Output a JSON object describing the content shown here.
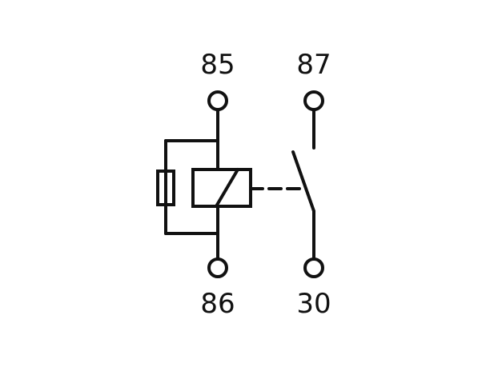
{
  "diagram": {
    "terminals": {
      "pin_85": "85",
      "pin_87": "87",
      "pin_86": "86",
      "pin_30": "30"
    },
    "colors": {
      "line": "#111111",
      "background": "#ffffff"
    }
  }
}
